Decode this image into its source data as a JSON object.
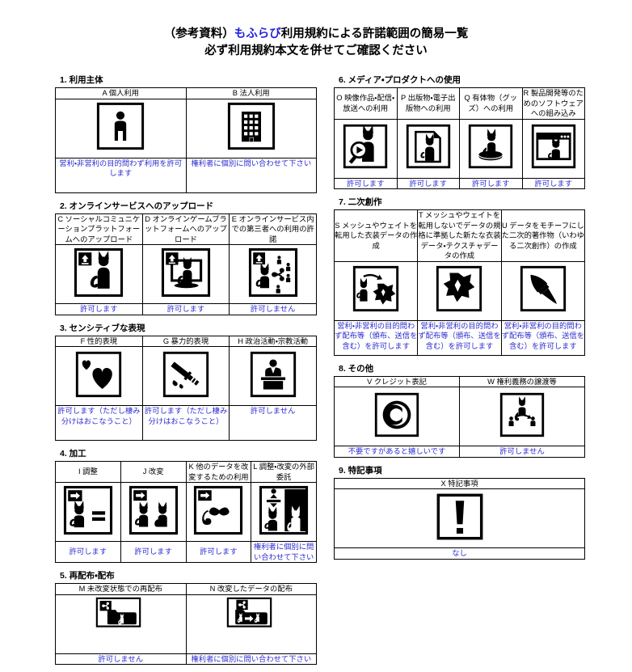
{
  "title": {
    "prefix": "（参考資料）",
    "brand": "もふらび",
    "suffix": "利用規約による許諾範囲の簡易一覧",
    "subtitle": "必ず利用規約本文を併せてご確認ください"
  },
  "sections": [
    {
      "id": "s1",
      "heading": "1. 利用主体",
      "columns": 2,
      "items": [
        {
          "code": "A",
          "label": "A 個人利用",
          "icon": "person-icon",
          "permission": "営利・非営利の目的問わず利用を許可します"
        },
        {
          "code": "B",
          "label": "B 法人利用",
          "icon": "building-icon",
          "permission": "権利者に個別に問い合わせて下さい"
        }
      ]
    },
    {
      "id": "s2",
      "heading": "2. オンラインサービスへのアップロード",
      "columns": 3,
      "items": [
        {
          "code": "C",
          "label": "C ソーシャルコミュニケーションプラットフォームへのアップロード",
          "icon": "upload-cat-person-icon",
          "permission": "許可します"
        },
        {
          "code": "D",
          "label": "D オンラインゲームブラットフォームへのアップロード",
          "icon": "upload-cat-monitor-icon",
          "permission": "許可します"
        },
        {
          "code": "E",
          "label": "E オンラインサービス内での第三者への利用の許諾",
          "icon": "upload-cat-share-icon",
          "permission": "許可しません"
        }
      ]
    },
    {
      "id": "s3",
      "heading": "3. センシティブな表現",
      "columns": 3,
      "items": [
        {
          "code": "F",
          "label": "F 性的表現",
          "icon": "hearts-icon",
          "permission": "許可します（ただし棲み分けはおこなうこと）"
        },
        {
          "code": "G",
          "label": "G 暴力的表現",
          "icon": "knife-icon",
          "permission": "許可します（ただし棲み分けはおこなうこと）"
        },
        {
          "code": "H",
          "label": "H 政治活動・宗教活動",
          "icon": "podium-speaker-icon",
          "permission": "許可しません"
        }
      ]
    },
    {
      "id": "s4",
      "heading": "4. 加工",
      "columns": 4,
      "items": [
        {
          "code": "I",
          "label": "I 調整",
          "icon": "cat-equals-icon",
          "permission": "許可します"
        },
        {
          "code": "J",
          "label": "J 改変",
          "icon": "cat-two-icon",
          "permission": "許可します"
        },
        {
          "code": "K",
          "label": "K 他のデータを改変するための利用",
          "icon": "cat-ribbon-icon",
          "permission": "許可します"
        },
        {
          "code": "L",
          "label": "L 調整・改変の外部委託",
          "icon": "cat-outsource-icon",
          "permission": "権利者に個別に問い合わせて下さい"
        }
      ]
    },
    {
      "id": "s5",
      "heading": "5. 再配布・配布",
      "columns": 2,
      "items": [
        {
          "code": "M",
          "label": "M 未改変状態での再配布",
          "icon": "share-folder-cat-icon",
          "permission": "許可しません"
        },
        {
          "code": "N",
          "label": "N 改変したデータの配布",
          "icon": "share-folder-modified-icon",
          "permission": "権利者に個別に問い合わせて下さい"
        }
      ]
    },
    {
      "id": "s6",
      "heading": "6. メディア・プロダクトへの使用",
      "columns": 4,
      "items": [
        {
          "code": "O",
          "label": "O 映像作品・配信・放送への利用",
          "icon": "cat-play-icon",
          "permission": "許可します"
        },
        {
          "code": "P",
          "label": "P 出版物・電子出版物への利用",
          "icon": "cat-document-icon",
          "permission": "許可します"
        },
        {
          "code": "Q",
          "label": "Q 有体物（グッズ）への利用",
          "icon": "cat-figurine-icon",
          "permission": "許可します"
        },
        {
          "code": "R",
          "label": "R 製品開発等のためのソフトウェアへの組み込み",
          "icon": "cat-window-icon",
          "permission": "許可します"
        }
      ]
    },
    {
      "id": "s7",
      "heading": "7. 二次創作",
      "columns": 3,
      "items": [
        {
          "code": "S",
          "label": "S メッシュやウェイトを転用した衣装データの作成",
          "icon": "cat-to-costume-icon",
          "permission": "営利・非営利の目的問わず配布等（頒布、送信を含む）を許可します"
        },
        {
          "code": "T",
          "label": "T メッシュやウェイトを転用しないでデータの規格に準拠した新たな衣装データ・テクスチャデータの作成",
          "icon": "costume-icon",
          "permission": "営利・非営利の目的問わず配布等（頒布、送信を含む）を許可します"
        },
        {
          "code": "U",
          "label": "U データをモチーフにした二次的著作物（いわゆる二次創作）の作成",
          "icon": "brush-icon",
          "permission": "営利・非営利の目的問わず配布等（頒布、送信を含む）を許可します"
        }
      ]
    },
    {
      "id": "s8",
      "heading": "8. その他",
      "columns": 2,
      "items": [
        {
          "code": "V",
          "label": "V クレジット表記",
          "icon": "copyright-icon",
          "permission": "不要ですがあると嬉しいです"
        },
        {
          "code": "W",
          "label": "W 権利義務の譲渡等",
          "icon": "transfer-rights-icon",
          "permission": "許可しません"
        }
      ]
    },
    {
      "id": "s9",
      "heading": "9. 特記事項",
      "columns": 1,
      "items": [
        {
          "code": "X",
          "label": "X 特記事項",
          "icon": "exclamation-icon",
          "permission": "なし"
        }
      ]
    }
  ],
  "colors": {
    "permission_text": "#2a2ad0",
    "brand": "#2222dd",
    "border": "#000000",
    "icon": "#000000"
  }
}
